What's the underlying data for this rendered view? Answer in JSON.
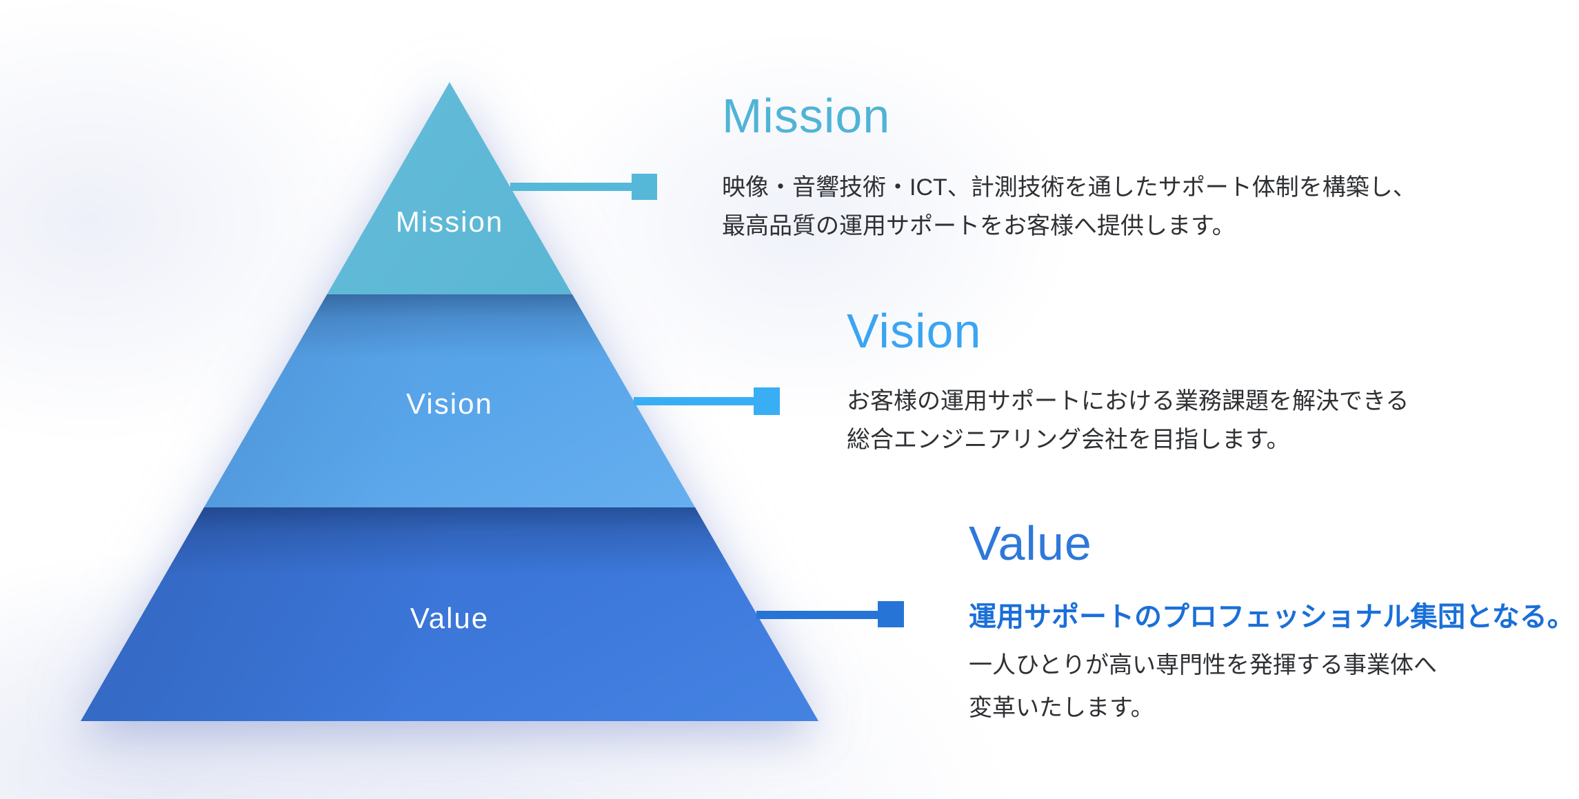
{
  "pyramid": {
    "tiers": [
      {
        "id": "mission",
        "label": "Mission",
        "color": "#5fb9d6"
      },
      {
        "id": "vision",
        "label": "Vision",
        "color": "#58a4e9"
      },
      {
        "id": "value",
        "label": "Value",
        "color": "#3b76d8"
      }
    ]
  },
  "sections": [
    {
      "id": "mission",
      "heading": "Mission",
      "heading_color": "#4fb4d6",
      "connector_color": "#55b8d8",
      "lines": [
        "映像・音響技術・ICT、計測技術を通したサポート体制を構築し、",
        "最高品質の運用サポートをお客様へ提供します。"
      ]
    },
    {
      "id": "vision",
      "heading": "Vision",
      "heading_color": "#3aa5f2",
      "connector_color": "#39aef5",
      "lines": [
        "お客様の運用サポートにおける業務課題を解決できる",
        "総合エンジニアリング会社を目指します。"
      ]
    },
    {
      "id": "value",
      "heading": "Value",
      "heading_color": "#2e78da",
      "connector_color": "#2674d6",
      "statement": "運用サポートのプロフェッショナル集団となる。",
      "statement_color": "#1a6fd8",
      "lines": [
        "一人ひとりが高い専門性を発揮する事業体へ",
        "変革いたします。"
      ]
    }
  ]
}
